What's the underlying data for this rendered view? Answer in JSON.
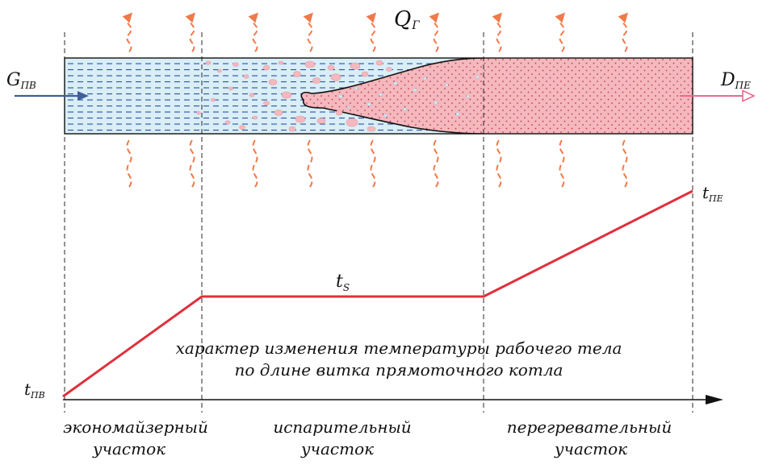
{
  "labels": {
    "heat_q": "Q",
    "heat_sub": "Г",
    "feedwater_g": "G",
    "feedwater_sub": "ПВ",
    "steam_d": "D",
    "steam_sub": "ПЕ",
    "t_in": "t",
    "t_in_sub": "ПВ",
    "t_s": "t",
    "t_s_sub": "S",
    "t_out": "t",
    "t_out_sub": "ПЕ"
  },
  "caption": {
    "line1": "характер изменения температуры рабочего тела",
    "line2": "по длине витка прямоточного котла"
  },
  "sections": [
    {
      "line1": "экономайзерный",
      "line2": "участок"
    },
    {
      "line1": "испарительный",
      "line2": "участок"
    },
    {
      "line1": "перегревательный",
      "line2": "участок"
    }
  ],
  "colors": {
    "water_fill": "#d9eef6",
    "water_dash": "#2b4fa0",
    "steam_fill": "#f4b8be",
    "steam_dot": "#c0404c",
    "heat_arrow": "#f07a4a",
    "temp_line": "#e0303c",
    "inlet_arrow": "#3e5f9a",
    "outlet_arrow": "#e86a8e"
  }
}
